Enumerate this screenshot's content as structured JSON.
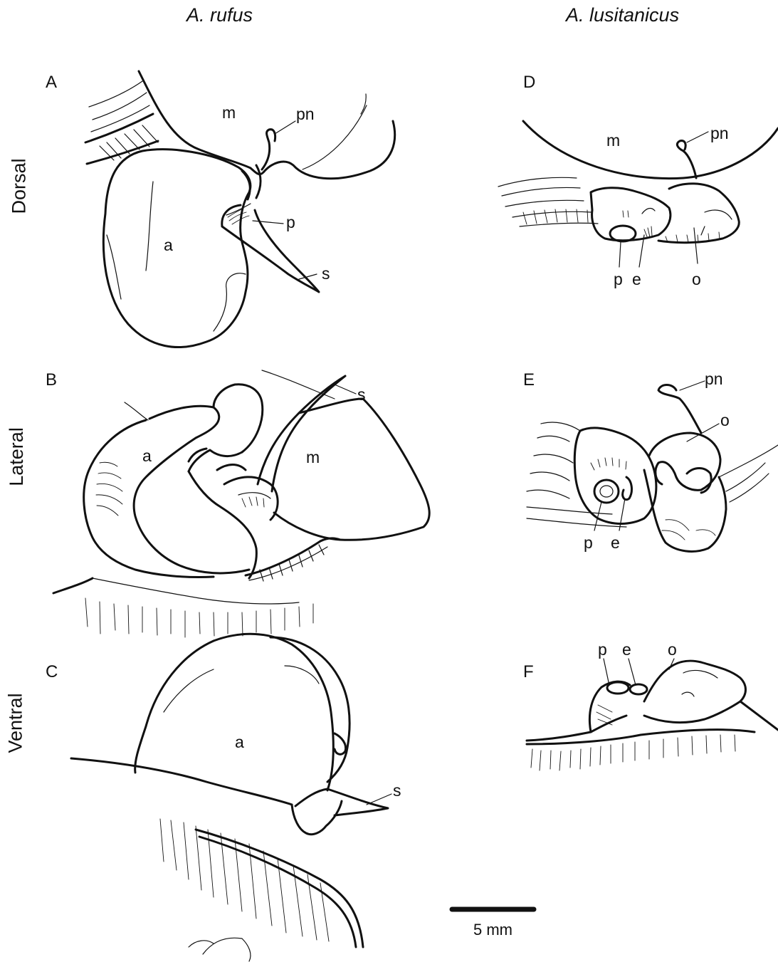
{
  "species": {
    "left": "A. rufus",
    "right": "A. lusitanicus"
  },
  "views": {
    "dorsal": "Dorsal",
    "lateral": "Lateral",
    "ventral": "Ventral"
  },
  "panels": {
    "A": "A",
    "B": "B",
    "C": "C",
    "D": "D",
    "E": "E",
    "F": "F"
  },
  "labels": {
    "A": {
      "m": "m",
      "pn": "pn",
      "p": "p",
      "s": "s",
      "a": "a"
    },
    "B": {
      "s": "s",
      "a": "a",
      "m": "m"
    },
    "C": {
      "a": "a",
      "s": "s"
    },
    "D": {
      "m": "m",
      "pn": "pn",
      "p": "p",
      "e": "e",
      "o": "o"
    },
    "E": {
      "pn": "pn",
      "o": "o",
      "p": "p",
      "e": "e"
    },
    "F": {
      "p": "p",
      "e": "e",
      "o": "o"
    }
  },
  "scale_bar": {
    "label": "5 mm"
  }
}
